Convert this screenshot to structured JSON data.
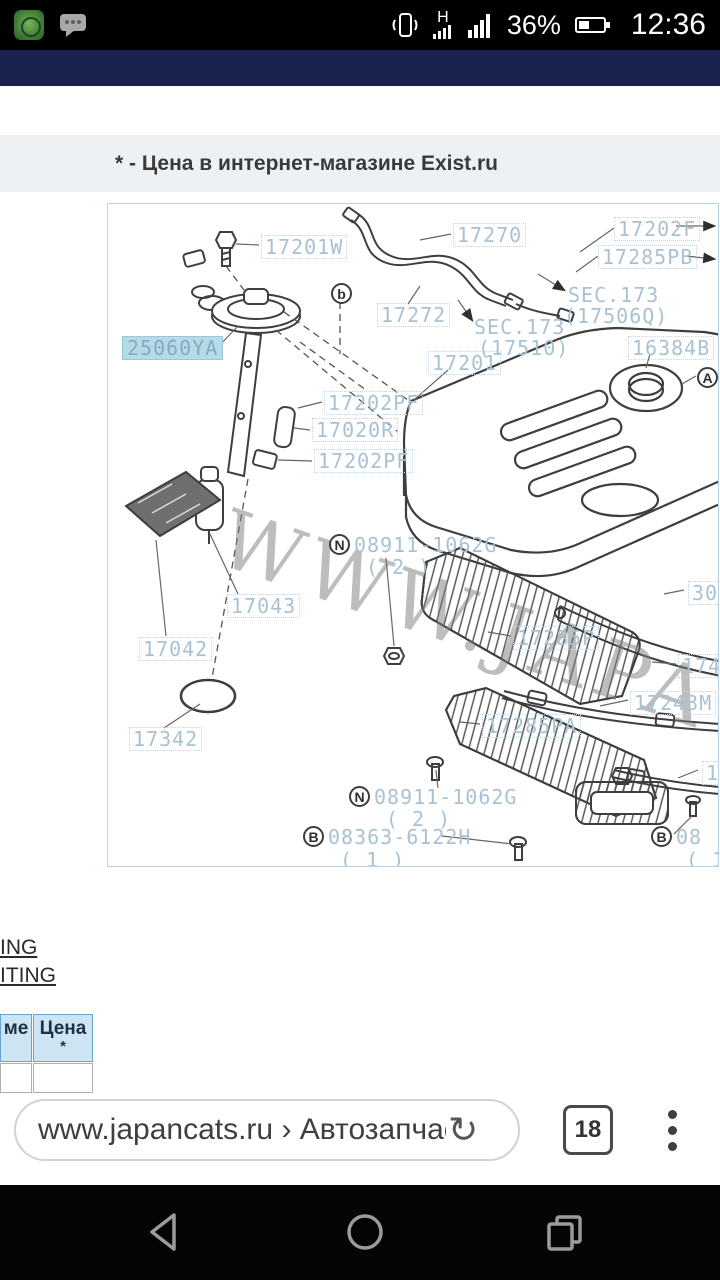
{
  "status_bar": {
    "time": "12:36",
    "battery_percent": "36%",
    "network_type": "H"
  },
  "page": {
    "price_note": "* - Цена в интернет-магазине Exist.ru",
    "link_fragments": [
      {
        "label": "ING"
      },
      {
        "label": "ITING"
      }
    ],
    "table": {
      "header_col1": "ме",
      "header_col2": "Цена",
      "header_col2_note": "*"
    }
  },
  "diagram": {
    "watermark": "WWW.JAPA",
    "labels": [
      {
        "text": "17201W"
      },
      {
        "text": "17270"
      },
      {
        "text": "17202F"
      },
      {
        "text": "17285PB"
      },
      {
        "text": "17272"
      },
      {
        "text": "SEC.173"
      },
      {
        "text": "(17506Q)"
      },
      {
        "text": "SEC.173"
      },
      {
        "text": "(17510)"
      },
      {
        "text": "17201"
      },
      {
        "text": "16384B"
      },
      {
        "text": "25060YA"
      },
      {
        "text": "17202PF"
      },
      {
        "text": "17020R"
      },
      {
        "text": "17202PF"
      },
      {
        "text": "08911-1062G"
      },
      {
        "text": "( 2 )"
      },
      {
        "text": "17043"
      },
      {
        "text": "17042"
      },
      {
        "text": "17285P"
      },
      {
        "text": "30"
      },
      {
        "text": "1740"
      },
      {
        "text": "17243M"
      },
      {
        "text": "17342"
      },
      {
        "text": "17285PA"
      },
      {
        "text": "17"
      },
      {
        "text": "08911-1062G"
      },
      {
        "text": "( 2 )"
      },
      {
        "text": "08363-6122H"
      },
      {
        "text": "( 1 )"
      },
      {
        "text": "08"
      },
      {
        "text": "( 1"
      }
    ],
    "badges": [
      {
        "text": "b"
      },
      {
        "text": "A"
      },
      {
        "text": "N"
      },
      {
        "text": "N"
      },
      {
        "text": "B"
      },
      {
        "text": "B"
      }
    ]
  },
  "browser": {
    "url_display": "www.japancats.ru › Автозапчас",
    "refresh_glyph": "↻",
    "tab_count": "18"
  },
  "colors": {
    "navy_bar": "#1a2350",
    "part_label_blue": "#a9c2d3",
    "highlight_bg": "#b5dbe9",
    "table_header_bg": "#cde4f2"
  }
}
